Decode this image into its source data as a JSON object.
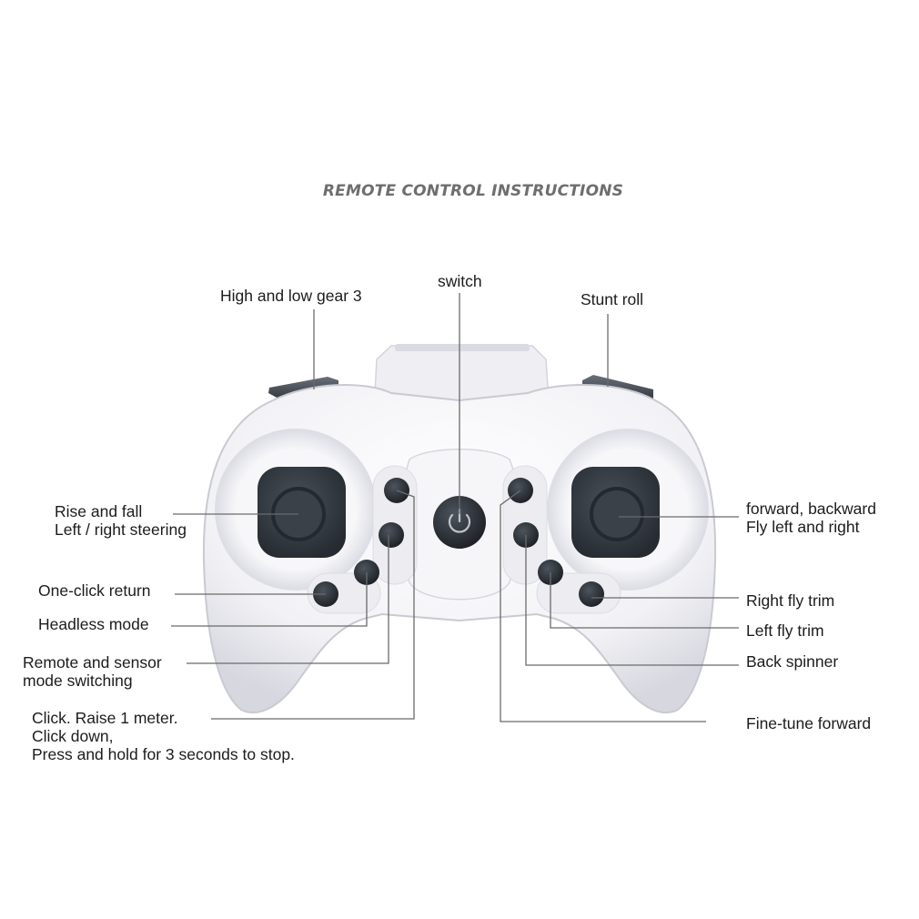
{
  "title": "REMOTE CONTROL INSTRUCTIONS",
  "callouts": {
    "high_low_gear": "High and low gear 3",
    "switch": "switch",
    "stunt_roll": "Stunt roll",
    "rise_fall_1": "Rise and fall",
    "rise_fall_2": "Left / right steering",
    "forward_backward_1": "forward, backward",
    "forward_backward_2": "Fly left and right",
    "one_click_return": "One-click return",
    "headless_mode": "Headless mode",
    "remote_sensor_1": "Remote and sensor",
    "remote_sensor_2": "mode switching",
    "click_raise_1": "Click. Raise 1 meter.",
    "click_raise_2": "Click down,",
    "click_raise_3": "Press and hold for 3 seconds to stop.",
    "right_fly_trim": "Right fly trim",
    "left_fly_trim": "Left fly trim",
    "back_spinner": "Back spinner",
    "fine_tune_forward": "Fine-tune forward"
  },
  "colors": {
    "body": "#f4f4f8",
    "body_shade": "#d9dae2",
    "button": "#2c3138",
    "stick_pad": "#394049",
    "leader_line": "#6b6b6b",
    "title": "#6e6e6e"
  },
  "icons": {
    "power_switch": "power-icon"
  }
}
